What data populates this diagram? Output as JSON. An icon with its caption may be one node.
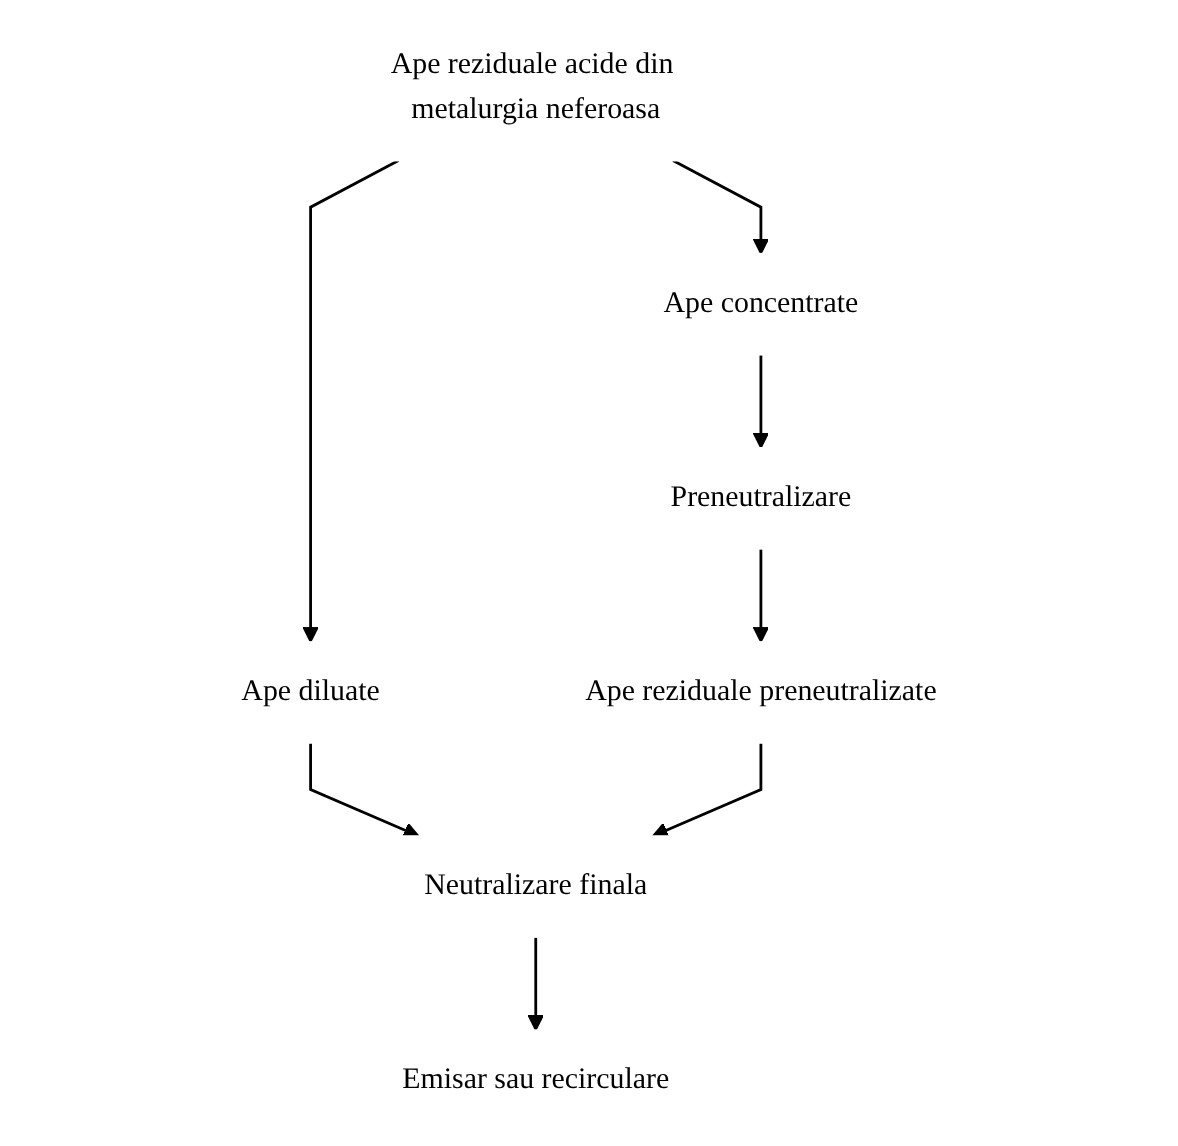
{
  "diagram": {
    "nodes": [
      {
        "text": [
          "Ape reziduale acide din metalurgia neferoasa"
        ]
      },
      {
        "text": [
          "Ape diluate"
        ]
      },
      {
        "text": [
          "Ape concentrate"
        ]
      },
      {
        "text": [
          "Preneutralizare"
        ]
      },
      {
        "text": [
          "Ape reziduale preneutralizate"
        ]
      },
      {
        "text": [
          "Neutralizare finala"
        ]
      },
      {
        "text": [
          "Emisar sau recirculare"
        ]
      }
    ],
    "edges": [
      {
        "from": 0,
        "to": 1,
        "arrow": "to"
      },
      {
        "from": 0,
        "to": 2,
        "arrow": "to"
      },
      {
        "from": 2,
        "to": 3,
        "arrow": "to"
      },
      {
        "from": 3,
        "to": 4,
        "arrow": "to"
      },
      {
        "from": 1,
        "to": 5,
        "arrow": "to"
      },
      {
        "from": 4,
        "to": 5,
        "arrow": "to"
      },
      {
        "from": 5,
        "to": 6,
        "arrow": "to"
      }
    ]
  }
}
